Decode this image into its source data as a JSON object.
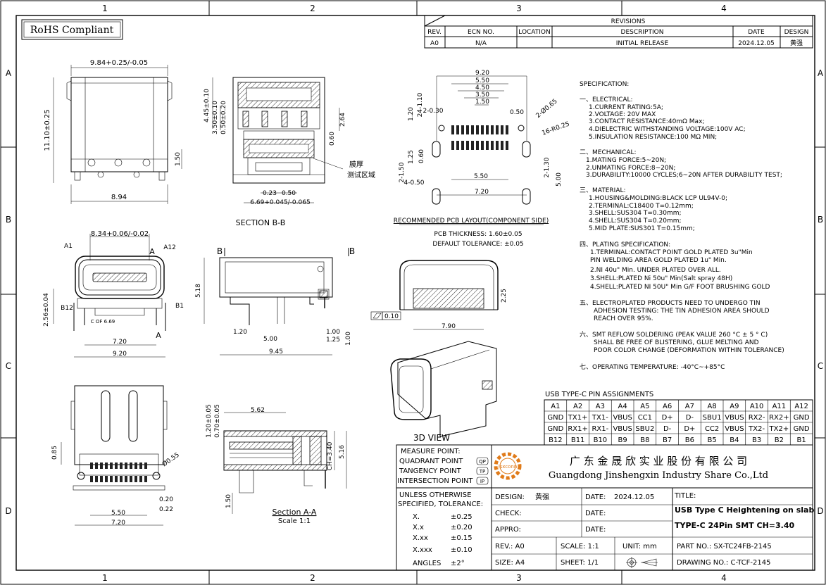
{
  "frame": {
    "col_labels": [
      "1",
      "2",
      "3",
      "4"
    ],
    "row_labels": [
      "A",
      "B",
      "C",
      "D"
    ]
  },
  "rohs": "RoHS Compliant",
  "revisions": {
    "title": "REVISIONS",
    "headers": [
      "REV.",
      "ECN NO.",
      "LOCATION",
      "DESCRIPTION",
      "DATE",
      "DESIGN"
    ],
    "rows": [
      [
        "A0",
        "N/A",
        "",
        "INITIAL RELEASE",
        "2024.12.05",
        "黄强"
      ]
    ]
  },
  "views": {
    "front_dims": {
      "width_top": "9.84+0.25/-0.05",
      "height": "11.10±0.25",
      "right": "1.50",
      "bottom": "8.94"
    },
    "section_bb": {
      "label": "SECTION B-B",
      "dims": [
        "4.45±0.10",
        "3.50±0.10",
        "0.50±0.20",
        "2.64",
        "0.60",
        "0.23",
        "0.50",
        "6.69+0.045/-0.065"
      ],
      "note_line1": "膜厚",
      "note_line2": "测试区域"
    },
    "pcb": {
      "dims_top": [
        "9.20",
        "5.50",
        "4.50",
        "3.50",
        "1.50"
      ],
      "dims_left": [
        "2-0.30",
        "1.20",
        "24-1.10",
        "1.25",
        "0.60",
        "2-1.50",
        "4-0.50"
      ],
      "dims_right": [
        "0.50",
        "2-Ø0.65",
        "16-R0.25",
        "2-1.30",
        "5.00"
      ],
      "dims_bottom": [
        "5.50",
        "7.20"
      ],
      "title": "RECOMMENDED PCB LAYOUT(COMPONENT SIDE)",
      "thickness": "PCB THICKNESS: 1.60±0.05",
      "tolerance": "DEFAULT TOLERANCE: ±0.05"
    },
    "mating_face": {
      "top": "8.34+0.06/-0.02",
      "a1": "A1",
      "a12": "A12",
      "b12": "B12",
      "b1": "B1",
      "marker": "A",
      "left": "2.56±0.04",
      "cof": "C OF 6.69",
      "inner": "7.20",
      "outer": "9.20"
    },
    "side_bb": {
      "label_b": "B",
      "height": "5.18",
      "dims": [
        "1.20",
        "5.00",
        "1.00",
        "1.25",
        "1.00",
        "9.45"
      ]
    },
    "flat": {
      "flatness": "0.10",
      "height": "2.25",
      "width": "7.90"
    },
    "section_aa": {
      "title": "Section A-A",
      "scale": "Scale 1:1",
      "dims": [
        "5.62",
        "1.20±0.05",
        "0.70±0.05",
        "CH=3.40",
        "5.16",
        "1.50"
      ]
    },
    "bottom_view": {
      "dims": [
        "0.85",
        "Ø0.55",
        "0.20",
        "0.22",
        "5.50",
        "7.20"
      ]
    },
    "view_3d_label": "3D VIEW"
  },
  "spec": {
    "title": "SPECIFICATION:",
    "sections": [
      {
        "head": "一、ELECTRICAL:",
        "lines": [
          "1.CURRENT  RATING:5A;",
          "2.VOLTAGE:  20V  MAX",
          "3.CONTACT  RESISTANCE:40mΩ  Max;",
          "4.DIELECTRIC  WITHSTANDING  VOLTAGE:100V  AC;",
          "5.INSULATION  RESISTANCE:100  MΩ  MIN;"
        ]
      },
      {
        "head": "二、MECHANICAL:",
        "lines": [
          "1.MATING  FORCE:5~20N;",
          "2.UNMATING  FORCE:8~20N;",
          "3.DURABILITY:10000  CYCLES;6~20N  AFTER  DURABILITY  TEST;"
        ]
      },
      {
        "head": "三、MATERIAL:",
        "lines": [
          "1.HOUSING&MOLDING:BLACK  LCP  UL94V-0;",
          "2.TERMINAL:C18400  T=0.12mm;",
          "3.SHELL:SUS304  T=0.30mm;",
          "4.SHELL:SUS304  T=0.20mm;",
          "5.MID  PLATE:SUS301  T=0.15mm;"
        ]
      },
      {
        "head": "四、PLATING  SPECIFICATION:",
        "lines": [
          "1.TERMINAL:CONTACT  POINT  GOLD  PLATED  3u\"Min",
          "   PIN  WELDING  AREA  GOLD  PLATED  1u\"  Min.",
          "2.NI  40u\"  Min.  UNDER  PLATED  OVER  ALL.",
          "3.SHELL:PLATED  Ni  50u\"  Min(Salt  spray  48H)",
          "4.SHELL:PLATED  NI  50U\"  Min  G/F  FOOT  BRUSHING  GOLD"
        ]
      },
      {
        "head": "五、ELECTROPLATED  PRODUCTS  NEED  TO  UNDERGO  TIN",
        "lines": [
          "ADHESION  TESTING:  THE  TIN  ADHESION  AREA  SHOULD",
          "REACH  OVER  95%."
        ]
      },
      {
        "head": "六、SMT  REFLOW  SOLDERING  (PEAK  VALUE  260  °C  ±  5  °  C)",
        "lines": [
          "SHALL  BE  FREE  OF  BLISTERING,  GLUE  MELTING  AND",
          "POOR  COLOR  CHANGE  (DEFORMATION  WITHIN  TOLERANCE)"
        ]
      },
      {
        "head": "七、OPERATING  TEMPERATURE:  -40°C~+85°C",
        "lines": []
      }
    ]
  },
  "pin_table": {
    "title": "USB  TYPE-C  PIN  ASSIGNMENTS",
    "rows": [
      [
        "A1",
        "A2",
        "A3",
        "A4",
        "A5",
        "A6",
        "A7",
        "A8",
        "A9",
        "A10",
        "A11",
        "A12"
      ],
      [
        "GND",
        "TX1+",
        "TX1-",
        "VBUS",
        "CC1",
        "D+",
        "D-",
        "SBU1",
        "VBUS",
        "RX2-",
        "RX2+",
        "GND"
      ],
      [
        "GND",
        "RX1+",
        "RX1-",
        "VBUS",
        "SBU2",
        "D-",
        "D+",
        "CC2",
        "VBUS",
        "TX2-",
        "TX2+",
        "GND"
      ],
      [
        "B12",
        "B11",
        "B10",
        "B9",
        "B8",
        "B7",
        "B6",
        "B5",
        "B4",
        "B3",
        "B2",
        "B1"
      ]
    ]
  },
  "title_block": {
    "measure": [
      "MEASURE  POINT:",
      "QUADRANT  POINT",
      "TANGENCY  POINT",
      "INTERSECTION  POINT"
    ],
    "measure_codes": [
      "QP",
      "TP",
      "IP"
    ],
    "logo_text": "jsxconn",
    "company_cn": "广 东 金 晟 欣 实 业 股 份 有 限 公 司",
    "company_en": "Guangdong  Jinshengxin  Industry  Share  Co.,Ltd",
    "tol_title": [
      "UNLESS  OTHERWISE",
      "SPECIFIED,  TOLERANCE:"
    ],
    "tolerances": [
      [
        "X.",
        "±0.25"
      ],
      [
        "X.x",
        "±0.20"
      ],
      [
        "X.xx",
        "±0.15"
      ],
      [
        "X.xxx",
        "±0.10"
      ],
      [
        "ANGLES",
        "±2°"
      ]
    ],
    "design_label": "DESIGN:",
    "design_value": "黄强",
    "date_label": "DATE:",
    "date_value": "2024.12.05",
    "check_label": "CHECK:",
    "appro_label": "APPRO:",
    "title_label": "TITLE:",
    "title_line1": "USB  Type C   Heightening  on  slab",
    "title_line2": "TYPE-C  24Pin  SMT  CH=3.40",
    "rev_label": "REV.: A0",
    "scale_label": "SCALE:  1:1",
    "unit_label": "UNIT:  mm",
    "part_no": "PART  NO.:  SX-TC24FB-2145",
    "size_label": "SIZE:  A4",
    "sheet_label": "SHEET:  1/1",
    "drawing_no": "DRAWING  NO.:  C-TCF-2145"
  }
}
